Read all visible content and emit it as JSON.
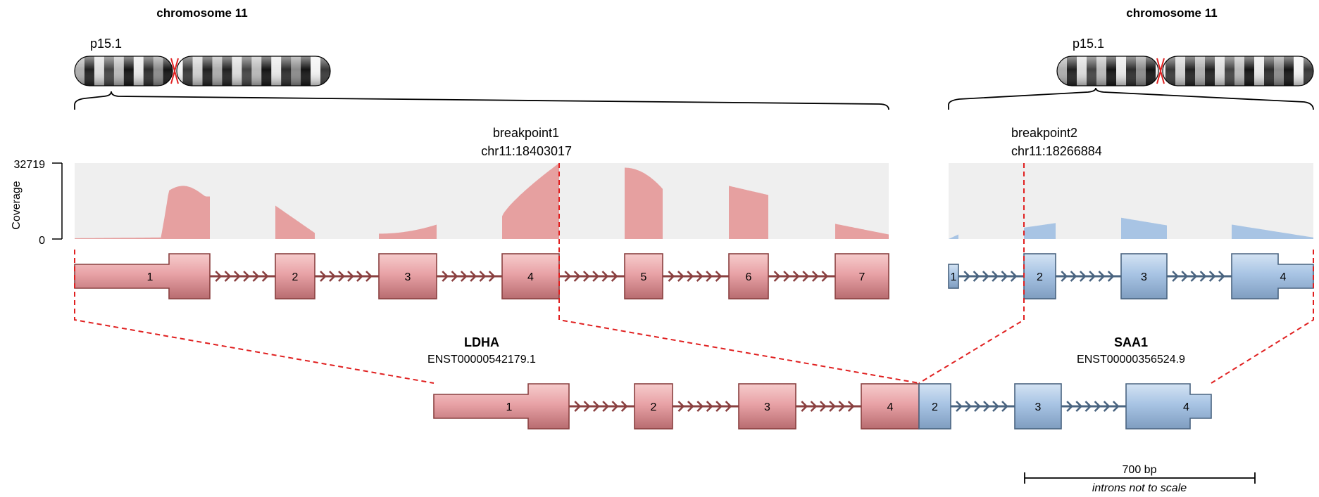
{
  "left": {
    "chromosome": "chromosome 11",
    "band": "p15.1",
    "breakpoint_label": "breakpoint1",
    "breakpoint_coord": "chr11:18403017",
    "gene": "LDHA",
    "transcript": "ENST00000542179.1",
    "exons": [
      {
        "label": "1"
      },
      {
        "label": "2"
      },
      {
        "label": "3"
      },
      {
        "label": "4"
      },
      {
        "label": "5"
      },
      {
        "label": "6"
      },
      {
        "label": "7"
      }
    ]
  },
  "right": {
    "chromosome": "chromosome 11",
    "band": "p15.1",
    "breakpoint_label": "breakpoint2",
    "breakpoint_coord": "chr11:18266884",
    "gene": "SAA1",
    "transcript": "ENST00000356524.9",
    "exons": [
      {
        "label": "1"
      },
      {
        "label": "2"
      },
      {
        "label": "3"
      },
      {
        "label": "4"
      }
    ]
  },
  "coverage": {
    "ylabel": "Coverage",
    "max_label": "32719",
    "min_label": "0",
    "left_color": "#e6a0a0",
    "right_color": "#a8c4e4"
  },
  "fusion": {
    "exons": [
      {
        "label": "1",
        "gene": "LDHA"
      },
      {
        "label": "2",
        "gene": "LDHA"
      },
      {
        "label": "3",
        "gene": "LDHA"
      },
      {
        "label": "4",
        "gene": "LDHA"
      },
      {
        "label": "2",
        "gene": "SAA1"
      },
      {
        "label": "3",
        "gene": "SAA1"
      },
      {
        "label": "4",
        "gene": "SAA1"
      }
    ]
  },
  "scale_bar": {
    "length": "700 bp",
    "note": "introns not to scale"
  },
  "colors": {
    "ldha": "#e8a2a6",
    "ldha_border": "#8a4040",
    "saa1": "#a8c4e4",
    "saa1_border": "#4a6480",
    "breakpoint": "#e02020",
    "panel_bg": "#efefef"
  }
}
